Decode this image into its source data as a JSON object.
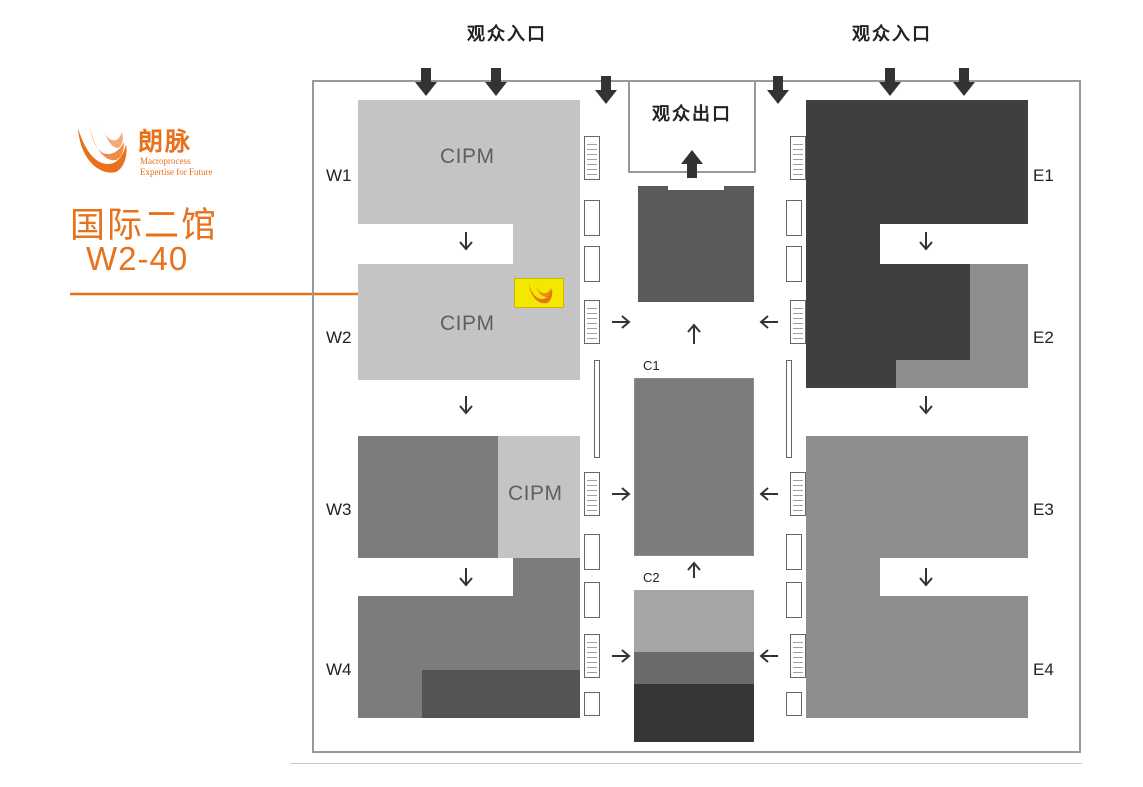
{
  "brand": {
    "name": "朗脉",
    "tagline_1": "Macroprocess",
    "tagline_2": "Expertise for Future",
    "hall_name": "国际二馆",
    "booth": "W2-40",
    "color": "#E8711B"
  },
  "map": {
    "entrance_left": "观众入口",
    "entrance_right": "观众入口",
    "exit": "观众出口",
    "halls": {
      "W1": "W1",
      "W2": "W2",
      "W3": "W3",
      "W4": "W4",
      "E1": "E1",
      "E2": "E2",
      "E3": "E3",
      "E4": "E4",
      "C1": "C1",
      "C2": "C2"
    },
    "exhibit": {
      "w1": "CIPM",
      "w2": "CIPM",
      "w3": "CIPM"
    },
    "highlight_color": "#F5E800"
  }
}
